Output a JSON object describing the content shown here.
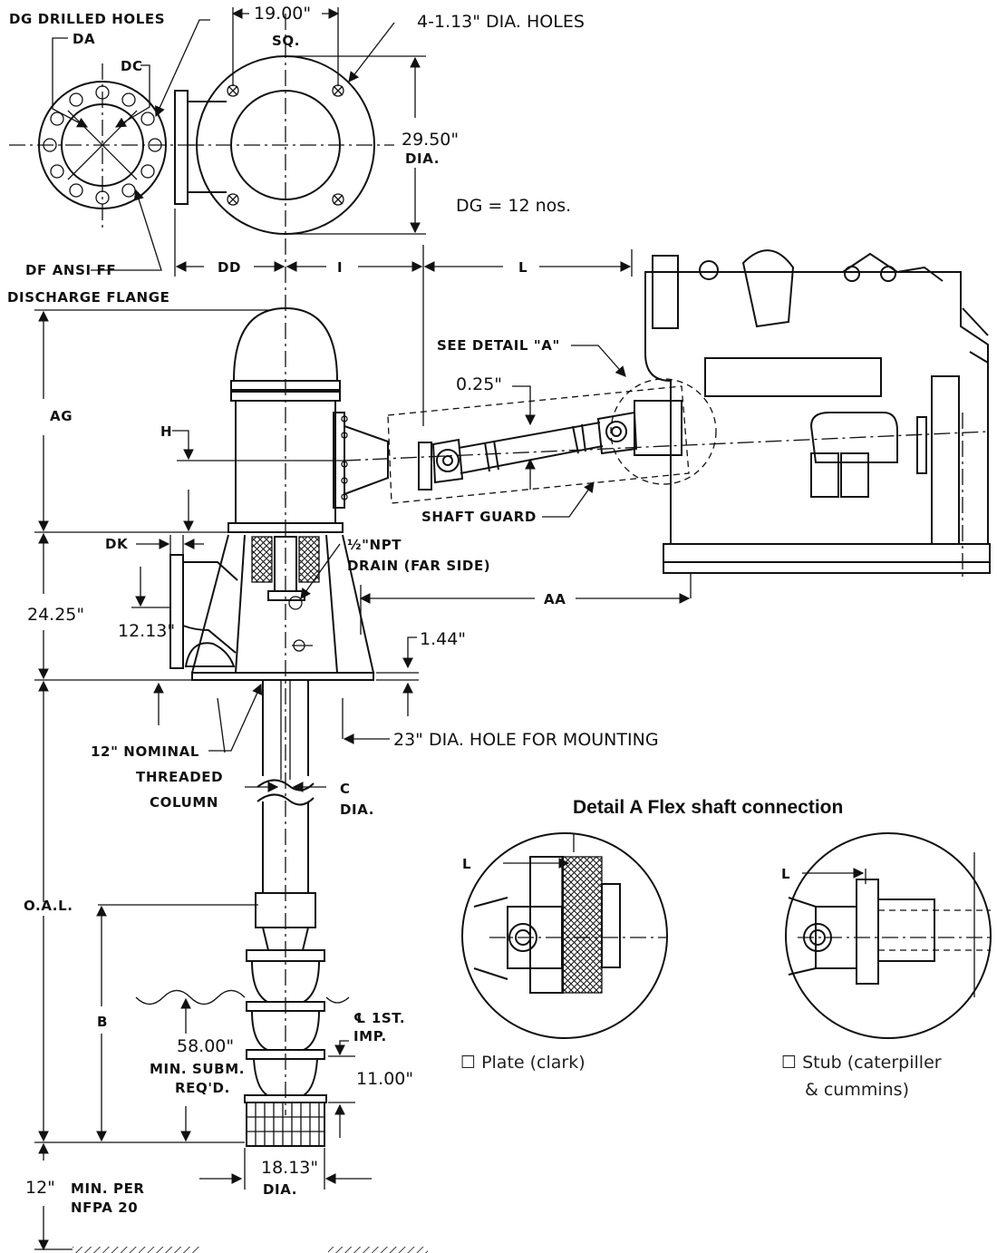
{
  "labels": {
    "dg_drilled_holes": "DG DRILLED HOLES",
    "da": "DA",
    "dc": "DC",
    "df_line1": "DF ANSI FF",
    "df_line2": "DISCHARGE FLANGE",
    "dim_19": "19.00\"",
    "sq": "SQ.",
    "holes": "4-1.13\" DIA. HOLES",
    "dim_2950": "29.50\"",
    "dia": "DIA.",
    "dg_nos": "DG = 12 nos.",
    "dd": "DD",
    "i": "I",
    "l_top": "L",
    "see_detail": "SEE DETAIL \"A\"",
    "dim_025": "0.25\"",
    "ag": "AG",
    "h": "H",
    "shaft_guard": "SHAFT GUARD",
    "dk": "DK",
    "drain_line1": "½\"NPT",
    "drain_line2": "DRAIN  (FAR SIDE)",
    "dim_2425": "24.25\"",
    "dim_1213": "12.13\"",
    "aa": "AA",
    "dim_144": "1.44\"",
    "mounting": "23\" DIA. HOLE FOR MOUNTING",
    "col_line1": "12\" NOMINAL",
    "col_line2": "THREADED",
    "col_line3": "COLUMN",
    "c": "C",
    "c_dia": "DIA.",
    "oal": "O.A.L.",
    "b": "B",
    "subm_val": "58.00\"",
    "subm_line1": "MIN. SUBM.",
    "subm_line2": "REQ'D.",
    "imp_line1": "℄ 1ST.",
    "imp_line2": "IMP.",
    "dim_1100": "11.00\"",
    "dim_1813": "18.13\"",
    "dia_bottom": "DIA.",
    "min12_val": "12\"",
    "min12_line1": "MIN. PER",
    "min12_line2": "NFPA 20"
  },
  "detail": {
    "title": "Detail A Flex shaft connection",
    "l_left": "L",
    "l_right": "L",
    "plate_caption": "☐ Plate (clark)",
    "stub_caption_1": "☐ Stub (caterpiller",
    "stub_caption_2": "& cummins)"
  }
}
